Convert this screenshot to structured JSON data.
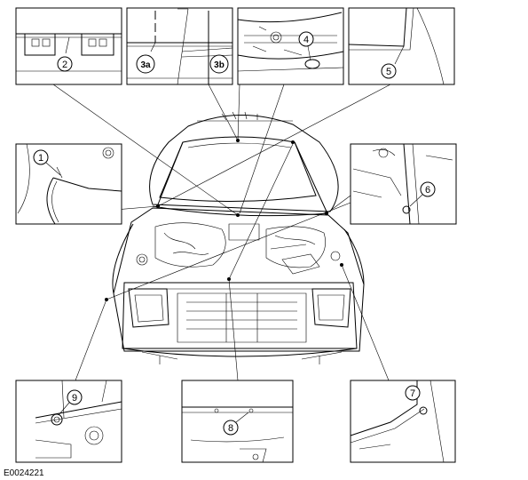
{
  "figure_code": "E0024221",
  "callouts": [
    {
      "id": "c1",
      "label": "1"
    },
    {
      "id": "c2",
      "label": "2"
    },
    {
      "id": "c3a",
      "label": "3a"
    },
    {
      "id": "c3b",
      "label": "3b"
    },
    {
      "id": "c4",
      "label": "4"
    },
    {
      "id": "c5",
      "label": "5"
    },
    {
      "id": "c6",
      "label": "6"
    },
    {
      "id": "c7",
      "label": "7"
    },
    {
      "id": "c8",
      "label": "8"
    },
    {
      "id": "c9",
      "label": "9"
    }
  ]
}
